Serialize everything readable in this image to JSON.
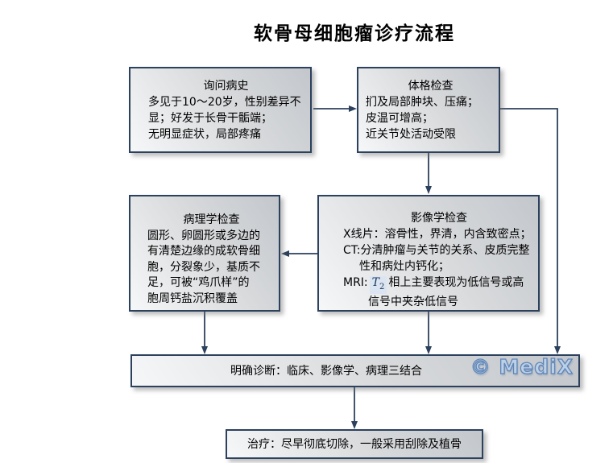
{
  "title": "软骨母细胞瘤诊疗流程",
  "watermark": "© MediX",
  "colors": {
    "box_border": "#2c415d",
    "arrow": "#2c415d",
    "formula_bg": "#dbe5f1",
    "watermark_fill": "#bcd0e8",
    "watermark_outline": "#5f86b8"
  },
  "boxes": {
    "history": {
      "heading": "询问病史",
      "lines": [
        "多见于10～20岁，性别差异不",
        "显；好发于长骨干骺端；",
        "无明显症状，局部疼痛"
      ]
    },
    "physical": {
      "heading": "体格检查",
      "lines": [
        "扪及局部肿块、压痛；",
        "皮温可增高；",
        "近关节处活动受限"
      ]
    },
    "imaging": {
      "heading": "影像学检查",
      "line1": "X线片：溶骨性，界清，内含致密点；",
      "line2": "CT:分清肿瘤与关节的关系、皮质完整",
      "line3": "性和病灶内钙化；",
      "mri_prefix": "MRI:",
      "t2_base": "T",
      "t2_sub": "2",
      "mri_suffix": "相上主要表现为低信号或高",
      "line5": "信号中夹杂低信号"
    },
    "pathology": {
      "heading": "病理学检查",
      "lines": [
        "圆形、卵圆形或多边的",
        "有清楚边缘的成软骨细",
        "胞，分裂象少，基质不",
        "足，可被“鸡爪样”的",
        "胞周钙盐沉积覆盖"
      ]
    },
    "diagnosis": {
      "text": "明确诊断：临床、影像学、病理三结合"
    },
    "treatment": {
      "text": "治疗：尽早彻底切除，一般采用刮除及植骨"
    }
  }
}
